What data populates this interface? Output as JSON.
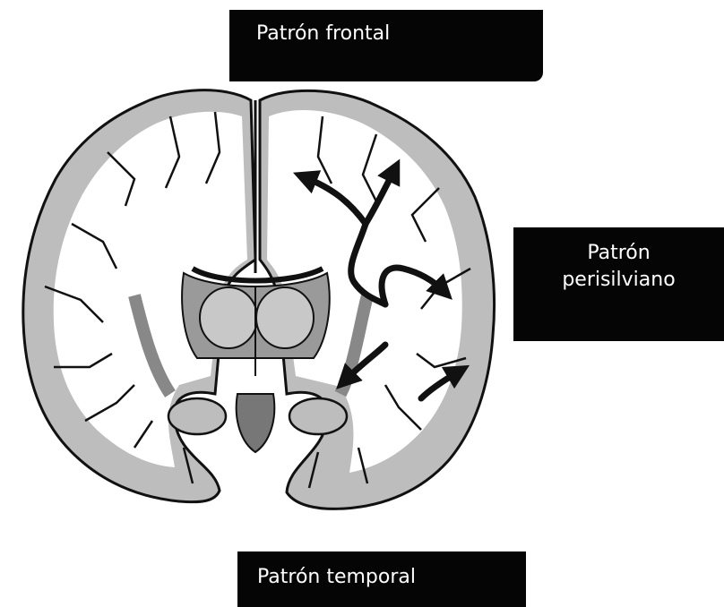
{
  "labels": {
    "frontal": "Patrón frontal",
    "perisylvian_line1": "Patrón",
    "perisylvian_line2": "perisilviano",
    "temporal": "Patrón temporal"
  },
  "colors": {
    "label_background": "#050505",
    "label_text": "#ffffff",
    "cortex_gray": "#bdbdbd",
    "white_matter": "#ffffff",
    "deep_nuclei": "#9a9a9a",
    "outline": "#111111"
  }
}
